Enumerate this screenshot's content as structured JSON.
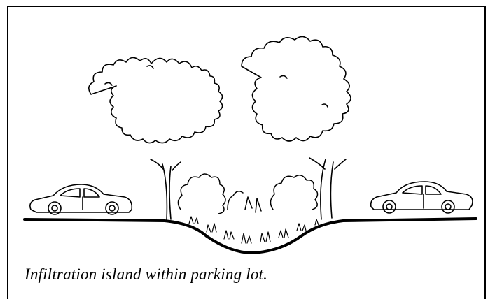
{
  "figure": {
    "caption": "Infiltration island within parking lot.",
    "elements": {
      "left_car": "car",
      "right_car": "car",
      "trees": "deciduous-tree-pair",
      "shrubs": "shrub-cluster",
      "swale": "vegetated-depression",
      "ground": "parking-lot-surface"
    }
  }
}
